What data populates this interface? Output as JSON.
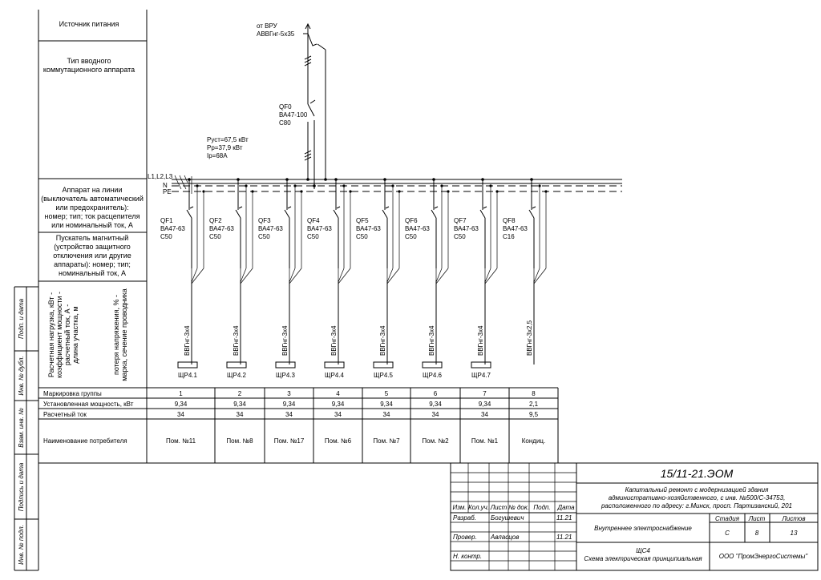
{
  "labels": {
    "source": "Источник питания",
    "input_device": [
      "Тип вводного",
      "коммутационного аппарата"
    ],
    "line_device": [
      "Аппарат на линии",
      "(выключатель автоматический",
      "или предохранитель):",
      "номер; тип; ток расцепителя",
      "или номинальный ток, А"
    ],
    "starter": [
      "Пускатель магнитный",
      "(устройство защитного",
      "отключения или другие",
      "аппараты): номер; тип;",
      "номинальный ток, А"
    ],
    "load_calc": [
      "Расчетная нагрузка, кВт -",
      "коэффициент мощности -",
      "расчетный ток, А -",
      "длина участка, м"
    ],
    "voltage_loss": [
      "потеря напряжения, % -",
      "марка, сечение проводника"
    ]
  },
  "side_stamp": [
    "Подп. и дата",
    "Инв. № дубл.",
    "Взам. инв. №",
    "Подпись и дата",
    "Инв. № подл."
  ],
  "feed": {
    "from": "от ВРУ",
    "cable": "АВВГнг-5х35"
  },
  "main_breaker": {
    "id": "QF0",
    "type": "ВА47-100",
    "rating": "С80"
  },
  "power_info": [
    "Руст=67,5 кВт",
    "Рр=37,9 кВт",
    "Iр=68А"
  ],
  "bus_labels": {
    "phases": "L1,L2,L3",
    "n": "N",
    "pe": "PE"
  },
  "groups": [
    {
      "breaker": "QF1",
      "type": "ВА47-63",
      "rating": "С50",
      "cable": "ВВГнг-3х4",
      "panel": "ЩР4.1",
      "mark": "1",
      "power": "9,34",
      "current": "34",
      "consumer": "Пом. №11"
    },
    {
      "breaker": "QF2",
      "type": "ВА47-63",
      "rating": "С50",
      "cable": "ВВГнг-3х4",
      "panel": "ЩР4.2",
      "mark": "2",
      "power": "9,34",
      "current": "34",
      "consumer": "Пом. №8"
    },
    {
      "breaker": "QF3",
      "type": "ВА47-63",
      "rating": "С50",
      "cable": "ВВГнг-3х4",
      "panel": "ЩР4.3",
      "mark": "3",
      "power": "9,34",
      "current": "34",
      "consumer": "Пом. №17"
    },
    {
      "breaker": "QF4",
      "type": "ВА47-63",
      "rating": "С50",
      "cable": "ВВГнг-3х4",
      "panel": "ЩР4.4",
      "mark": "4",
      "power": "9,34",
      "current": "34",
      "consumer": "Пом. №6"
    },
    {
      "breaker": "QF5",
      "type": "ВА47-63",
      "rating": "С50",
      "cable": "ВВГнг-3х4",
      "panel": "ЩР4.5",
      "mark": "5",
      "power": "9,34",
      "current": "34",
      "consumer": "Пом. №7"
    },
    {
      "breaker": "QF6",
      "type": "ВА47-63",
      "rating": "С50",
      "cable": "ВВГнг-3х4",
      "panel": "ЩР4.6",
      "mark": "6",
      "power": "9,34",
      "current": "34",
      "consumer": "Пом. №2"
    },
    {
      "breaker": "QF7",
      "type": "ВА47-63",
      "rating": "С50",
      "cable": "ВВГнг-3х4",
      "panel": "ЩР4.7",
      "mark": "7",
      "power": "9,34",
      "current": "34",
      "consumer": "Пом. №1"
    },
    {
      "breaker": "QF8",
      "type": "ВА47-63",
      "rating": "С16",
      "cable": "ВВГнг-3х2,5",
      "panel": "",
      "mark": "8",
      "power": "2,1",
      "current": "9,5",
      "consumer": "Кондиц."
    }
  ],
  "table_rows": {
    "mark": "Маркировка группы",
    "power": "Установленная мощность, кВт",
    "current": "Расчетный ток",
    "consumer": "Наименование потребителя"
  },
  "title_block": {
    "code": "15/11-21.ЭОМ",
    "project": [
      "Капитальный ремонт с модернизацией здания",
      "административно-хозяйственного, с инв. №500/С-34753,",
      "расположенного по адресу: г.Минск, просп. Партизанский, 201"
    ],
    "columns": [
      "Изм.",
      "Кол.уч.",
      "Лист",
      "№ док.",
      "Подп.",
      "Дата"
    ],
    "people": [
      {
        "role": "Разраб.",
        "name": "Богушевич",
        "date": "11.21"
      },
      {
        "role": "Провер.",
        "name": "Авласцов",
        "date": "11.21"
      },
      {
        "role": "Н. контр.",
        "name": "",
        "date": ""
      }
    ],
    "sheet_title": "Внутреннее электроснабжение",
    "stage_label": "Стадия",
    "sheet_label": "Лист",
    "sheets_label": "Листов",
    "stage": "С",
    "sheet": "8",
    "sheets": "13",
    "drawing": [
      "ЩС4",
      "Схема электрическая принципиальная"
    ],
    "company": "ООО \"ПромЭнергоСистемы\""
  }
}
